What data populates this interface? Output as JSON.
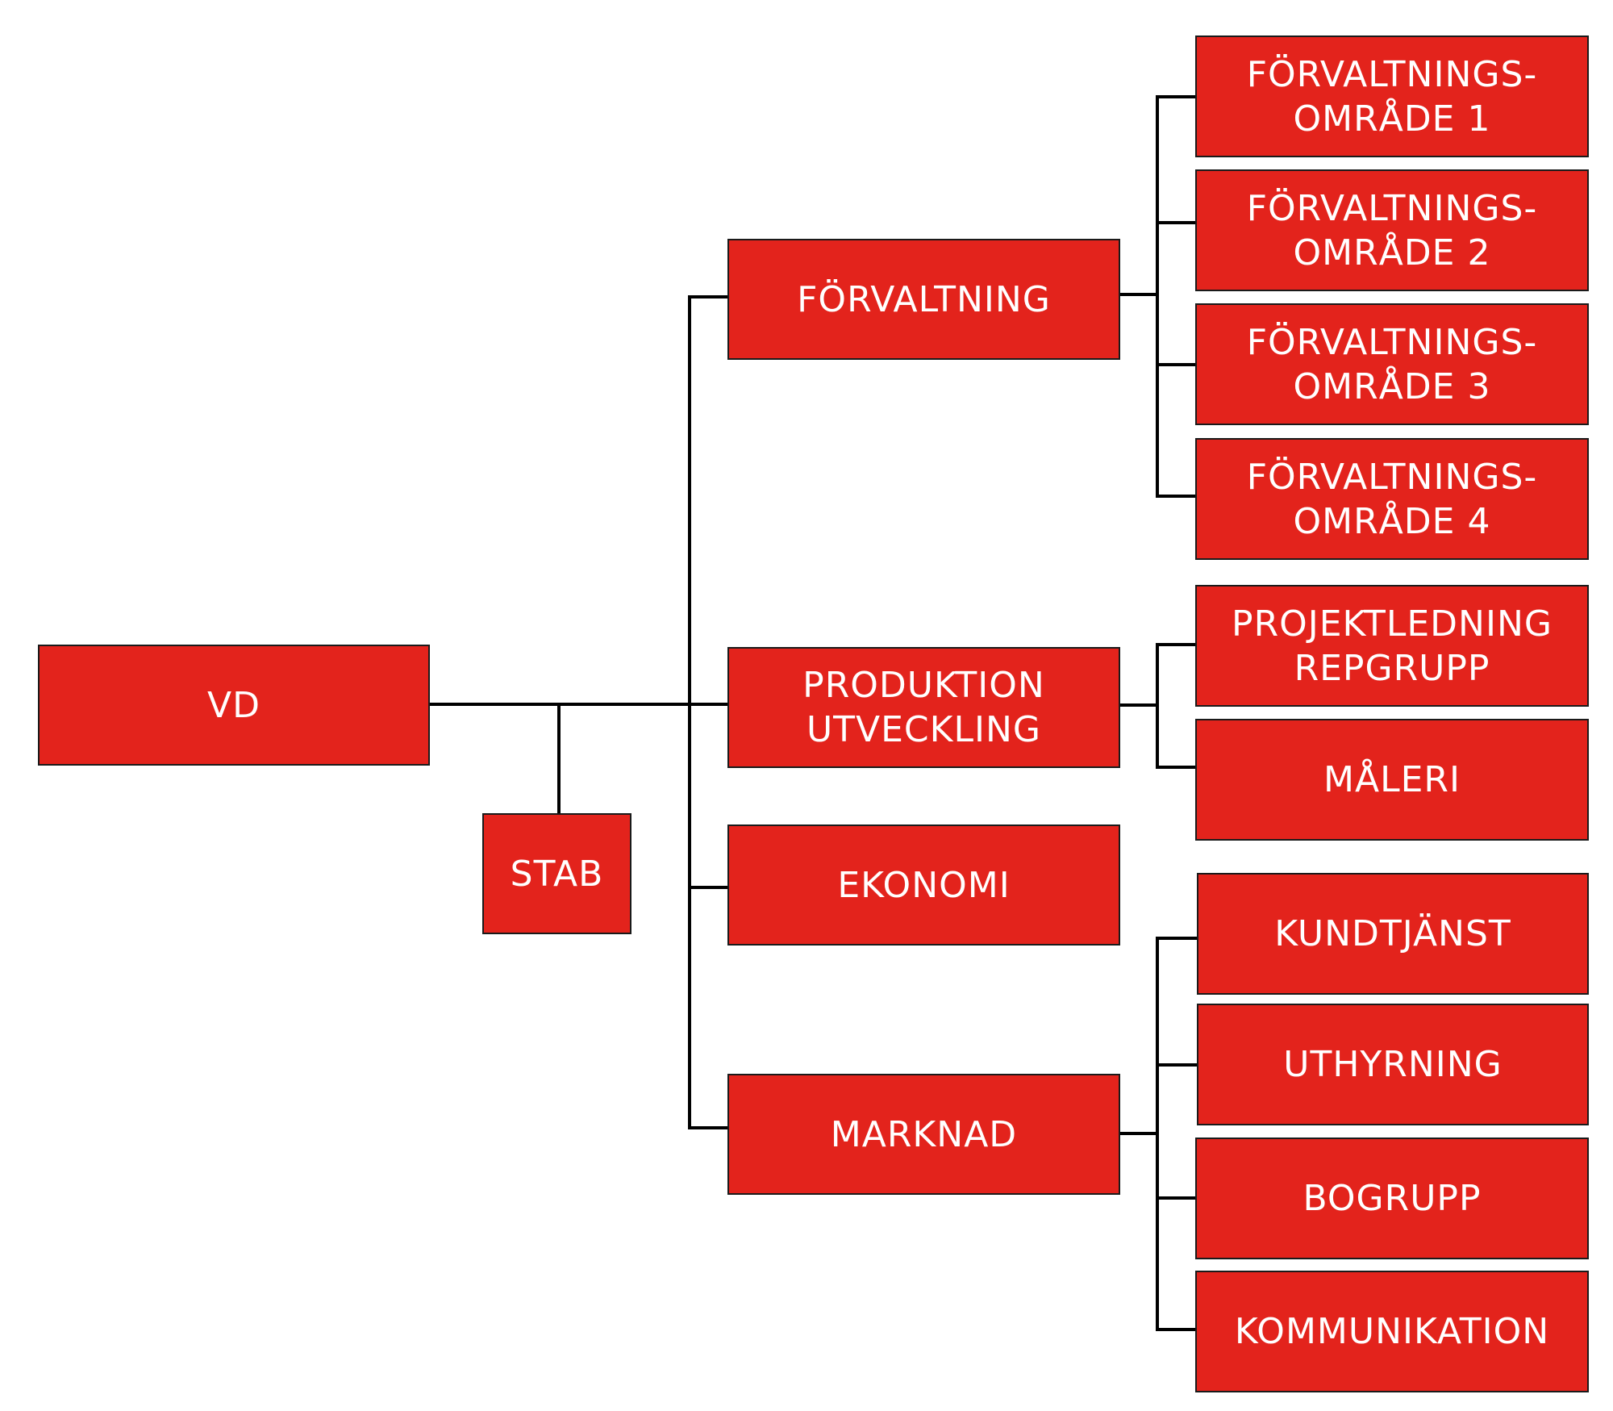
{
  "colors": {
    "box_fill": "#e3231c",
    "text": "#ffffff",
    "connector": "#000000"
  },
  "units": {
    "vd": "VD",
    "stab": "STAB",
    "forvaltning": "FÖRVALTNING",
    "produktion": "PRODUKTION\nUTVECKLING",
    "ekonomi": "EKONOMI",
    "marknad": "MARKNAD",
    "fo1": "FÖRVALTNINGS-\nOMRÅDE 1",
    "fo2": "FÖRVALTNINGS-\nOMRÅDE 2",
    "fo3": "FÖRVALTNINGS-\nOMRÅDE 3",
    "fo4": "FÖRVALTNINGS-\nOMRÅDE 4",
    "projektledning": "PROJEKTLEDNING\nREPGRUPP",
    "maleri": "MÅLERI",
    "kundtjanst": "KUNDTJÄNST",
    "uthyrning": "UTHYRNING",
    "bogrupp": "BOGRUPP",
    "kommunikation": "KOMMUNIKATION"
  },
  "hierarchy": {
    "vd": [
      "stab",
      "forvaltning",
      "produktion",
      "ekonomi",
      "marknad"
    ],
    "forvaltning": [
      "fo1",
      "fo2",
      "fo3",
      "fo4"
    ],
    "produktion": [
      "projektledning",
      "maleri"
    ],
    "marknad": [
      "kundtjanst",
      "uthyrning",
      "bogrupp",
      "kommunikation"
    ]
  }
}
